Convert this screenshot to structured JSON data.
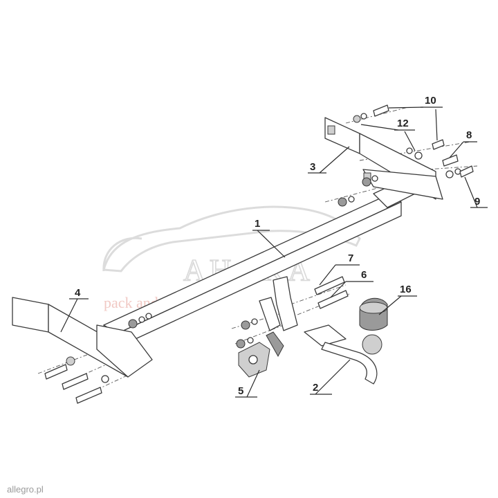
{
  "callouts": {
    "c1": "1",
    "c2": "2",
    "c3": "3",
    "c4": "4",
    "c5": "5",
    "c6": "6",
    "c7": "7",
    "c8": "8",
    "c9": "9",
    "c10": "10",
    "c12": "12",
    "c16": "16"
  },
  "watermark": {
    "brand": "AHAKA",
    "tagline": "pack and travel"
  },
  "credit": "allegro.pl"
}
